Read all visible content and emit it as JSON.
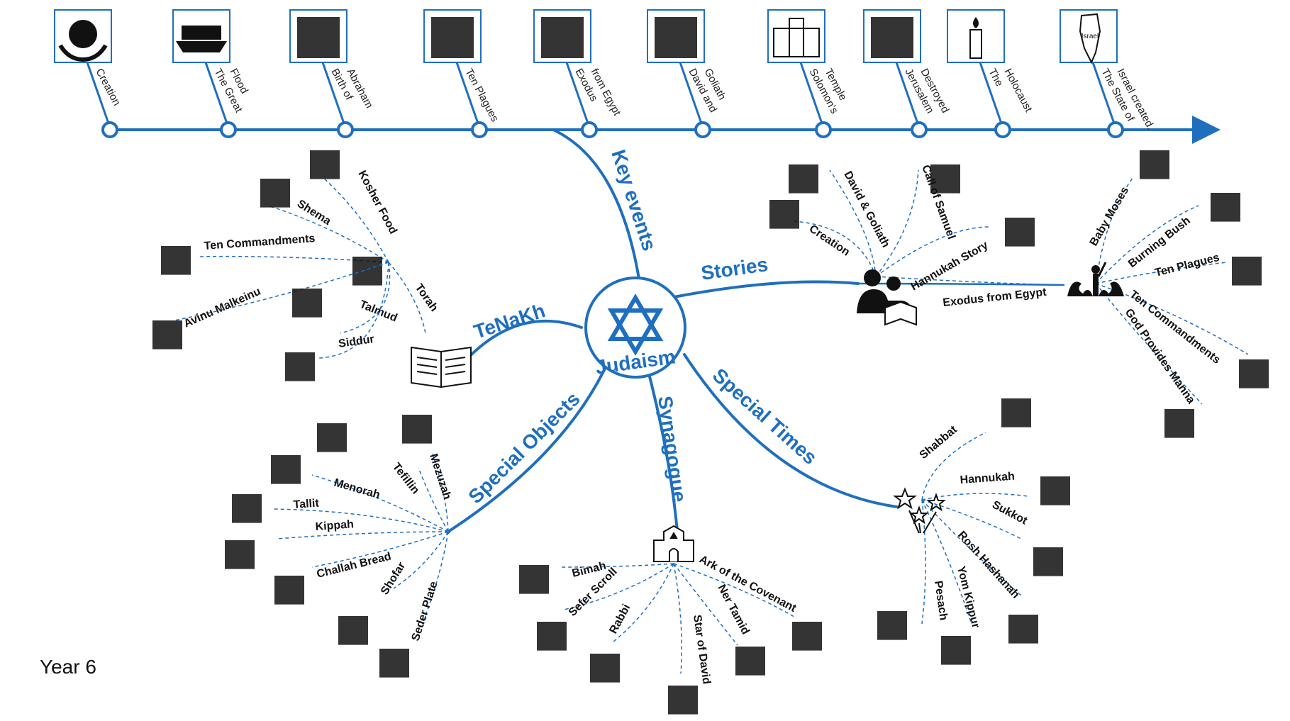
{
  "title": "Judaism",
  "footer": "Year 6",
  "colors": {
    "accent": "#1f6fc0",
    "ink": "#111111"
  },
  "timeline": [
    {
      "lines": [
        "Creation"
      ],
      "icon": "globe-in-hands-icon"
    },
    {
      "lines": [
        "The Great",
        "Flood"
      ],
      "icon": "ark-icon"
    },
    {
      "lines": [
        "Birth of",
        "Abraham"
      ],
      "icon": "abraham-icon"
    },
    {
      "lines": [
        "Ten Plagues"
      ],
      "icon": "plagues-icon"
    },
    {
      "lines": [
        "Exodus",
        "from Egypt"
      ],
      "icon": "exodus-icon"
    },
    {
      "lines": [
        "David and",
        "Goliath"
      ],
      "icon": "david-goliath-icon"
    },
    {
      "lines": [
        "Solomon's",
        "Temple"
      ],
      "icon": "temple-icon"
    },
    {
      "lines": [
        "Jerusalem",
        "Destroyed"
      ],
      "icon": "ruins-icon"
    },
    {
      "lines": [
        "The",
        "Holocaust"
      ],
      "icon": "candle-icon"
    },
    {
      "lines": [
        "The State of",
        "Israel created."
      ],
      "icon": "israel-map-icon"
    }
  ],
  "branches": {
    "key_events": "Key events",
    "tenakh": "TeNaKh",
    "stories": "Stories",
    "special_objects": "Special Objects",
    "synagogue": "Synagogue",
    "special_times": "Special Times"
  },
  "tenakh_items": [
    "Kosher Food",
    "Shema",
    "Ten Commandments",
    "Torah",
    "Avinu Malkeinu",
    "Talmud",
    "Siddur"
  ],
  "stories_items": [
    "David & Goliath",
    "Call of Samuel",
    "Creation",
    "Hannukah Story",
    "Exodus from Egypt"
  ],
  "exodus_items": [
    "Baby Moses",
    "Burning Bush",
    "Ten Plagues",
    "Ten Commandments",
    "God Provides Manna"
  ],
  "objects_items": [
    "Mezuzah",
    "Tefillin",
    "Menorah",
    "Tallit",
    "Kippah",
    "Challah Bread",
    "Shofar",
    "Seder Plate"
  ],
  "synagogue_items": [
    "Bimah",
    "Sefer Scroll",
    "Rabbi",
    "Star of David",
    "Ner Tamid",
    "Ark of the Covenant"
  ],
  "times_items": [
    "Shabbat",
    "Hannukah",
    "Sukkot",
    "Rosh Hashanah",
    "Yom Kippur",
    "Pesach"
  ],
  "israel_map_label": "Israel"
}
